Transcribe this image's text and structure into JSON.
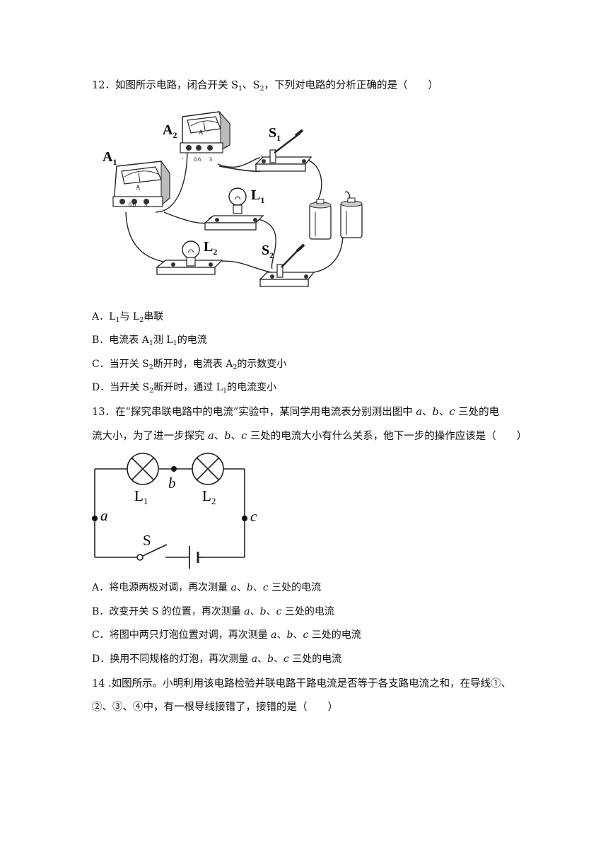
{
  "q12": {
    "stem_a": "12．如图所示电路，闭合开关 S",
    "stem_b": "、S",
    "stem_c": "，下列对电路的分析正确的是（　　）",
    "sub1": "1",
    "sub2": "2",
    "figure": {
      "ammeter1": "A",
      "ammeter1_sub": "1",
      "ammeter2": "A",
      "ammeter2_sub": "2",
      "switch1": "S",
      "switch1_sub": "1",
      "switch2": "S",
      "switch2_sub": "2",
      "lamp1": "L",
      "lamp1_sub": "1",
      "lamp2": "L",
      "lamp2_sub": "2",
      "meter_unit": "A",
      "terminal_a": "0.6",
      "terminal_b": "3",
      "terminal_c": "-"
    },
    "optA": {
      "p1": "A．L",
      "s1": "1",
      "p2": "与 L",
      "s2": "2",
      "p3": "串联"
    },
    "optB": {
      "p1": "B．电流表 A",
      "s1": "1",
      "p2": "测 L",
      "s2": "1",
      "p3": "的电流"
    },
    "optC": {
      "p1": "C．当开关 S",
      "s1": "2",
      "p2": "断开时，电流表 A",
      "s2": "2",
      "p3": "的示数变小"
    },
    "optD": {
      "p1": "D．当开关 S",
      "s1": "2",
      "p2": "断开时，通过 L",
      "s2": "1",
      "p3": "的电流变小"
    }
  },
  "q13": {
    "line1_a": "13．在“探究串联电路中的电流”实验中，某同学用电流表分别测出图中 ",
    "a": "a",
    "b": "b",
    "c": "c",
    "sep": "、",
    "line1_b": " 三处的电",
    "line2_a": "流大小，为了进一步探究 ",
    "line2_b": " 三处的电流大小有什么关系，他下一步的操作应该是（　　）",
    "figure": {
      "lamp1": "L",
      "lamp1_sub": "1",
      "lamp2": "L",
      "lamp2_sub": "2",
      "switch": "S",
      "point_a": "a",
      "point_b": "b",
      "point_c": "c"
    },
    "optA": "A．将电源两极对调，再次测量 ",
    "optB": "B．改变开关 S 的位置，再次测量 ",
    "optC": "C．将图中两只灯泡位置对调，再次测量 ",
    "optD": "D．换用不同规格的灯泡，再次测量 ",
    "opt_tail": " 三处的电流"
  },
  "q14": {
    "line1": "14 .如图所示。小明利用该电路检验并联电路干路电流是否等于各支路电流之和，在导线①、",
    "line2": "②、③、④中，有一根导线接错了，接错的是（　　）"
  }
}
